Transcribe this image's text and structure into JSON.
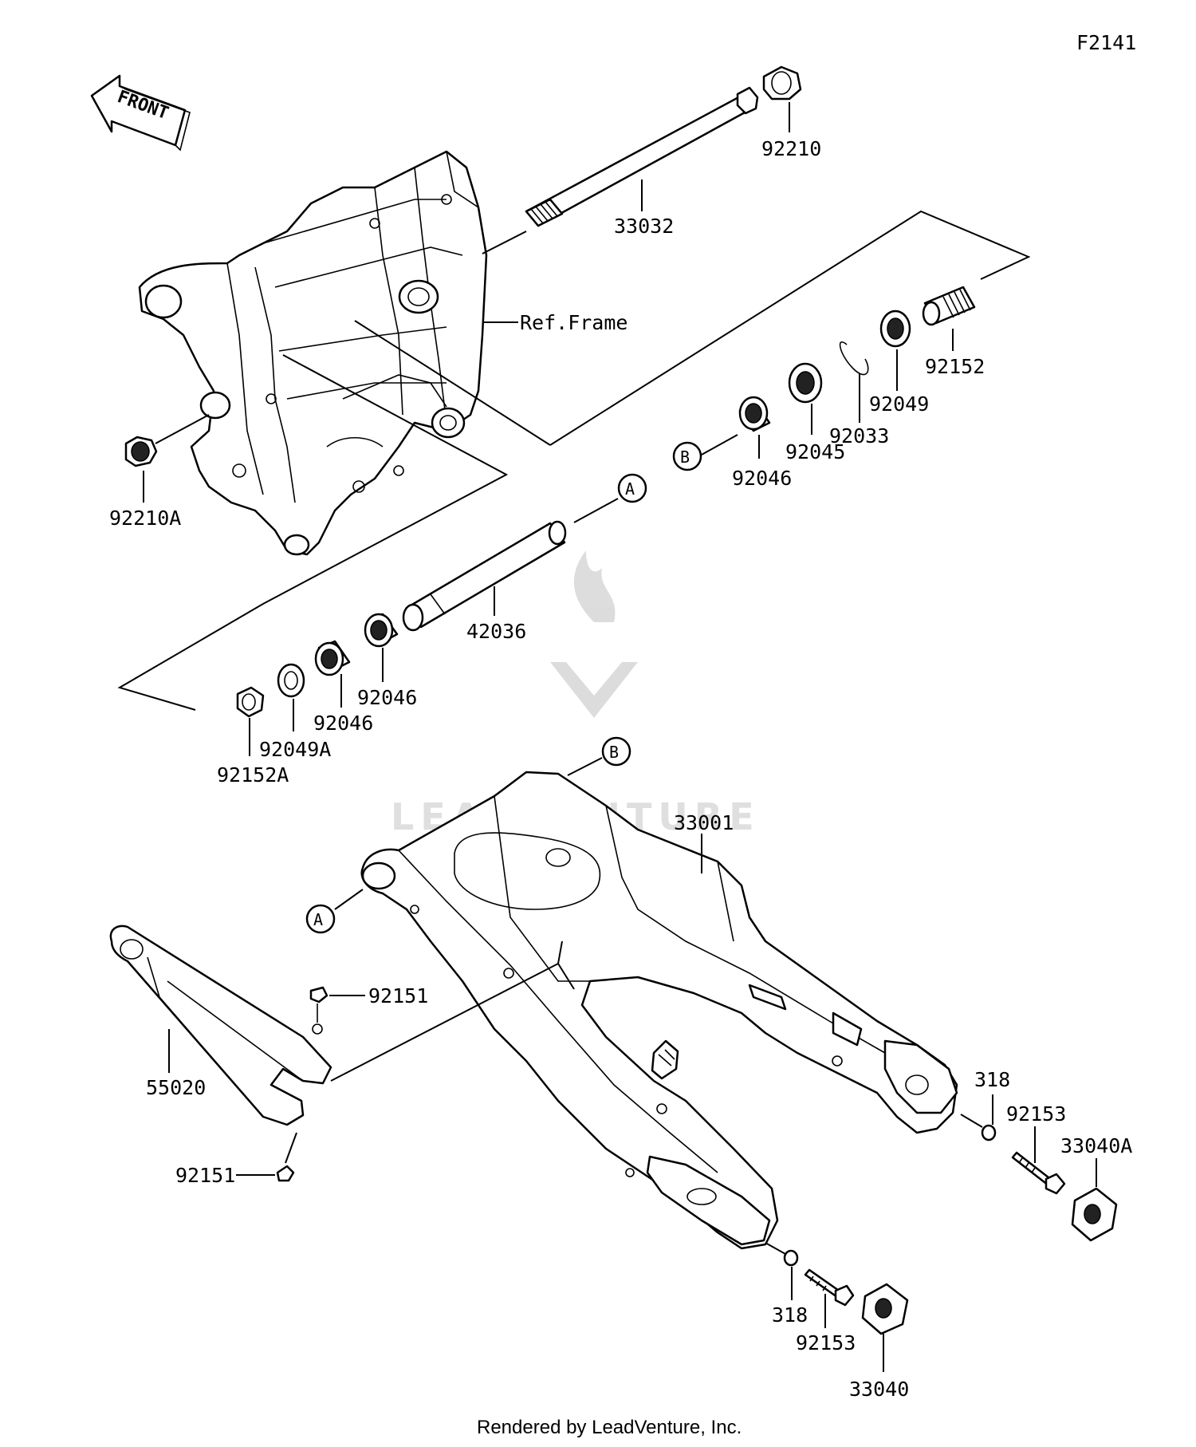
{
  "diagram_code": "F2141",
  "front_label": "FRONT",
  "ref_frame_label": "Ref.Frame",
  "callouts": {
    "p92210": "92210",
    "p33032": "33032",
    "p92152": "92152",
    "p92049": "92049",
    "p92033": "92033",
    "p92045": "92045",
    "p92046_b": "92046",
    "p92210A": "92210A",
    "p42036": "42036",
    "p92046_1": "92046",
    "p92046_2": "92046",
    "p92049A": "92049A",
    "p92152A": "92152A",
    "p33001": "33001",
    "p92151_top": "92151",
    "p55020": "55020",
    "p92151_bot": "92151",
    "p318_r": "318",
    "p92153_r": "92153",
    "p33040A": "33040A",
    "p318_b": "318",
    "p92153_b": "92153",
    "p33040": "33040"
  },
  "ref_markers": {
    "a1": "A",
    "b1": "B",
    "b2": "B",
    "a2": "A"
  },
  "watermark": "LEADVENTURE",
  "footer": "Rendered by LeadVenture, Inc."
}
